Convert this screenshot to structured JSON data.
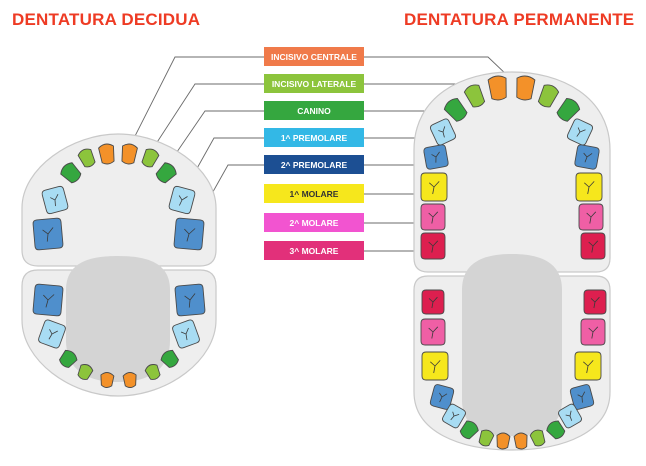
{
  "titles": {
    "deciduous": "DENTATURA DECIDUA",
    "permanent": "DENTATURA PERMANENTE"
  },
  "legend": [
    {
      "key": "incisivo-centrale",
      "label": "INCISIVO CENTRALE",
      "color": "#f07a4a",
      "tooth_color": "#f39129",
      "text_color": "#ffffff"
    },
    {
      "key": "incisivo-laterale",
      "label": "INCISIVO LATERALE",
      "color": "#8cc43c",
      "tooth_color": "#8cc43c",
      "text_color": "#ffffff"
    },
    {
      "key": "canino",
      "label": "CANINO",
      "color": "#35a73f",
      "tooth_color": "#35a73f",
      "text_color": "#ffffff"
    },
    {
      "key": "premolare-1",
      "label": "1^ PREMOLARE",
      "color": "#33b8e6",
      "tooth_color": "#a8dcf3",
      "text_color": "#ffffff"
    },
    {
      "key": "premolare-2",
      "label": "2^ PREMOLARE",
      "color": "#1c4f93",
      "tooth_color": "#4f8fcc",
      "text_color": "#ffffff"
    },
    {
      "key": "molare-1",
      "label": "1^ MOLARE",
      "color": "#f6e71c",
      "tooth_color": "#f6e71c",
      "text_color": "#333333"
    },
    {
      "key": "molare-2",
      "label": "2^ MOLARE",
      "color": "#f254d0",
      "tooth_color": "#ef5fa5",
      "text_color": "#ffffff"
    },
    {
      "key": "molare-3",
      "label": "3^ MOLARE",
      "color": "#e2307a",
      "tooth_color": "#dd1f4f",
      "text_color": "#ffffff"
    }
  ],
  "colors": {
    "title": "#ee3b24",
    "gum": "#f1f1f1",
    "tongue": "#d4d4d4",
    "leader_line": "#6b6b6b"
  }
}
